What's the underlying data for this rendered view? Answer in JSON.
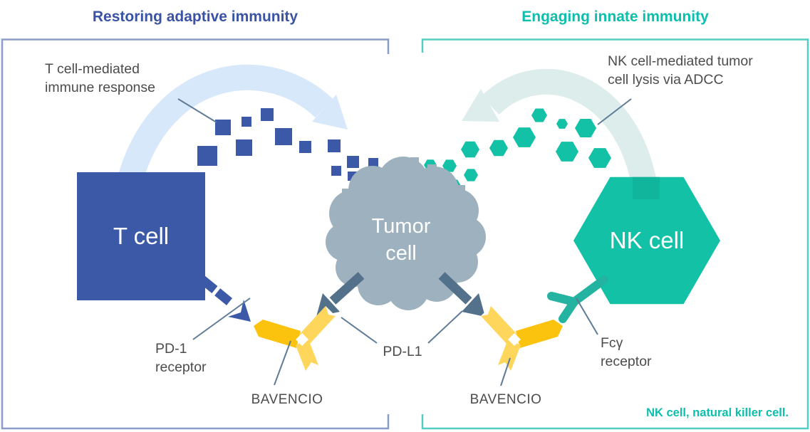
{
  "panels": {
    "left": {
      "title": "Restoring adaptive immunity"
    },
    "right": {
      "title": "Engaging innate immunity"
    }
  },
  "cells": {
    "t_cell": "T cell",
    "tumor": "Tumor\ncell",
    "nk_cell": "NK cell"
  },
  "annotations": {
    "t_response": "T cell-mediated\nimmune response",
    "nk_lysis": "NK cell-mediated tumor\ncell lysis via ADCC",
    "pd1": "PD-1\nreceptor",
    "pdl1": "PD-L1",
    "bavencio_left": "BAVENCIO",
    "bavencio_right": "BAVENCIO",
    "fcy": "Fcγ\nreceptor",
    "footnote": "NK cell, natural killer cell."
  },
  "icons": {
    "antigen_squares": "blue-square-antigen-icons",
    "adcc_hexagons": "teal-hexagon-cytokine-icons",
    "antibody": "bavencio-antibody-y-icon"
  },
  "colors": {
    "titleBlue": "#3A53A4",
    "titleTeal": "#0BBFAC",
    "boxBlue": "#8B9CC9",
    "boxTeal": "#53CEC0",
    "cellBlue": "#3C59A8",
    "cellTeal": "#13C1A6",
    "receptorTeal": "#24B3A0",
    "arcBlue": "#D7E8FA",
    "arcTeal": "#DCEDEB",
    "tumorGray": "#9DB1BE",
    "slate": "#53718B",
    "yellowDark": "#FBC30E",
    "yellowLight": "#FDD65B",
    "leader": "#5E7B97",
    "labelGray": "#4C4C4C"
  }
}
